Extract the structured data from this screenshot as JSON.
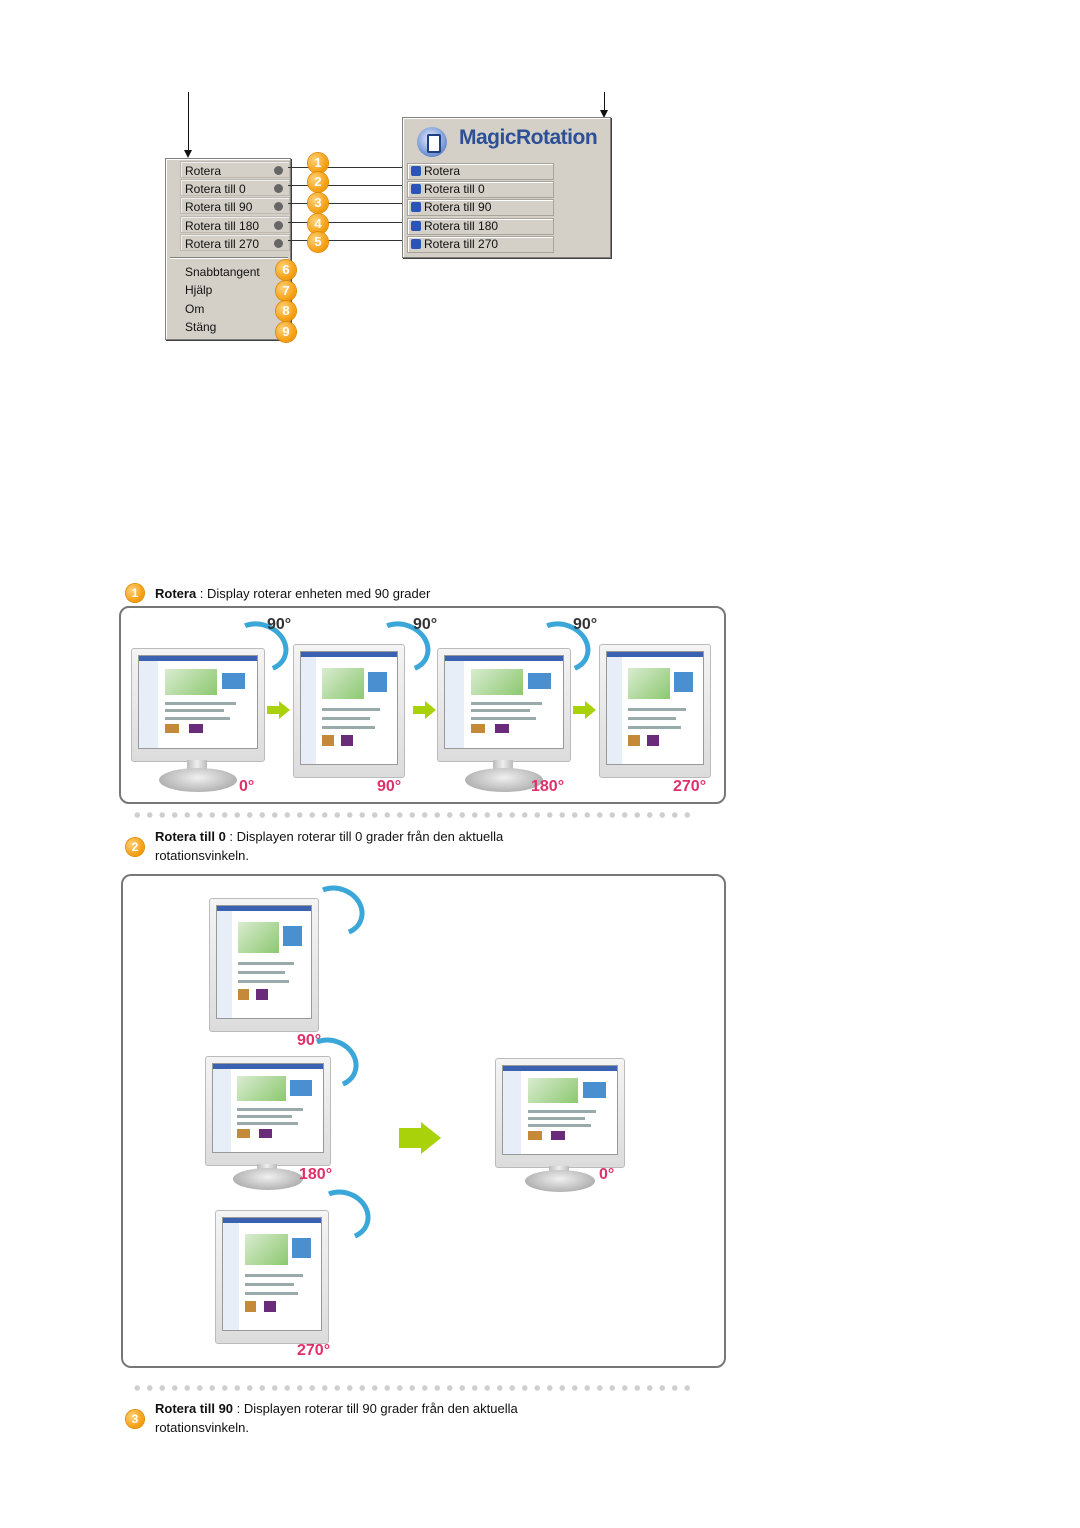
{
  "context_menu": {
    "items": [
      "Rotera",
      "Rotera till 0",
      "Rotera till 90",
      "Rotera till 180",
      "Rotera till 270",
      "Snabbtangent",
      "Hjälp",
      "Om",
      "Stäng"
    ]
  },
  "badges": [
    "1",
    "2",
    "3",
    "4",
    "5",
    "6",
    "7",
    "8",
    "9"
  ],
  "magic_rotation": {
    "title": "MagicRotation",
    "items": [
      "Rotera",
      "Rotera till 0",
      "Rotera till 90",
      "Rotera till 180",
      "Rotera till 270"
    ]
  },
  "section1": {
    "num": "1",
    "term": "Rotera",
    "sep": " : ",
    "desc": "Display roterar enheten med 90 grader",
    "arrow_labels": [
      "90°",
      "90°",
      "90°"
    ],
    "monitor_labels": [
      "0°",
      "90°",
      "180°",
      "270°"
    ]
  },
  "section2": {
    "num": "2",
    "term": "Rotera till 0",
    "sep": " : ",
    "desc": "Displayen roterar till 0 grader från den aktuella",
    "desc2": "rotationsvinkeln.",
    "labels": [
      "90°",
      "180°",
      "270°",
      "0°"
    ]
  },
  "section3": {
    "num": "3",
    "term": "Rotera till 90",
    "sep": " : ",
    "desc": "Displayen roterar till 90 grader från den aktuella",
    "desc2": "rotationsvinkeln."
  },
  "colors": {
    "badge": "#f49b0a",
    "degree_label": "#e0306a",
    "arrow": "#a9d20a",
    "curve_arrow": "#3aa7d8",
    "brand": "#2c4f95"
  }
}
